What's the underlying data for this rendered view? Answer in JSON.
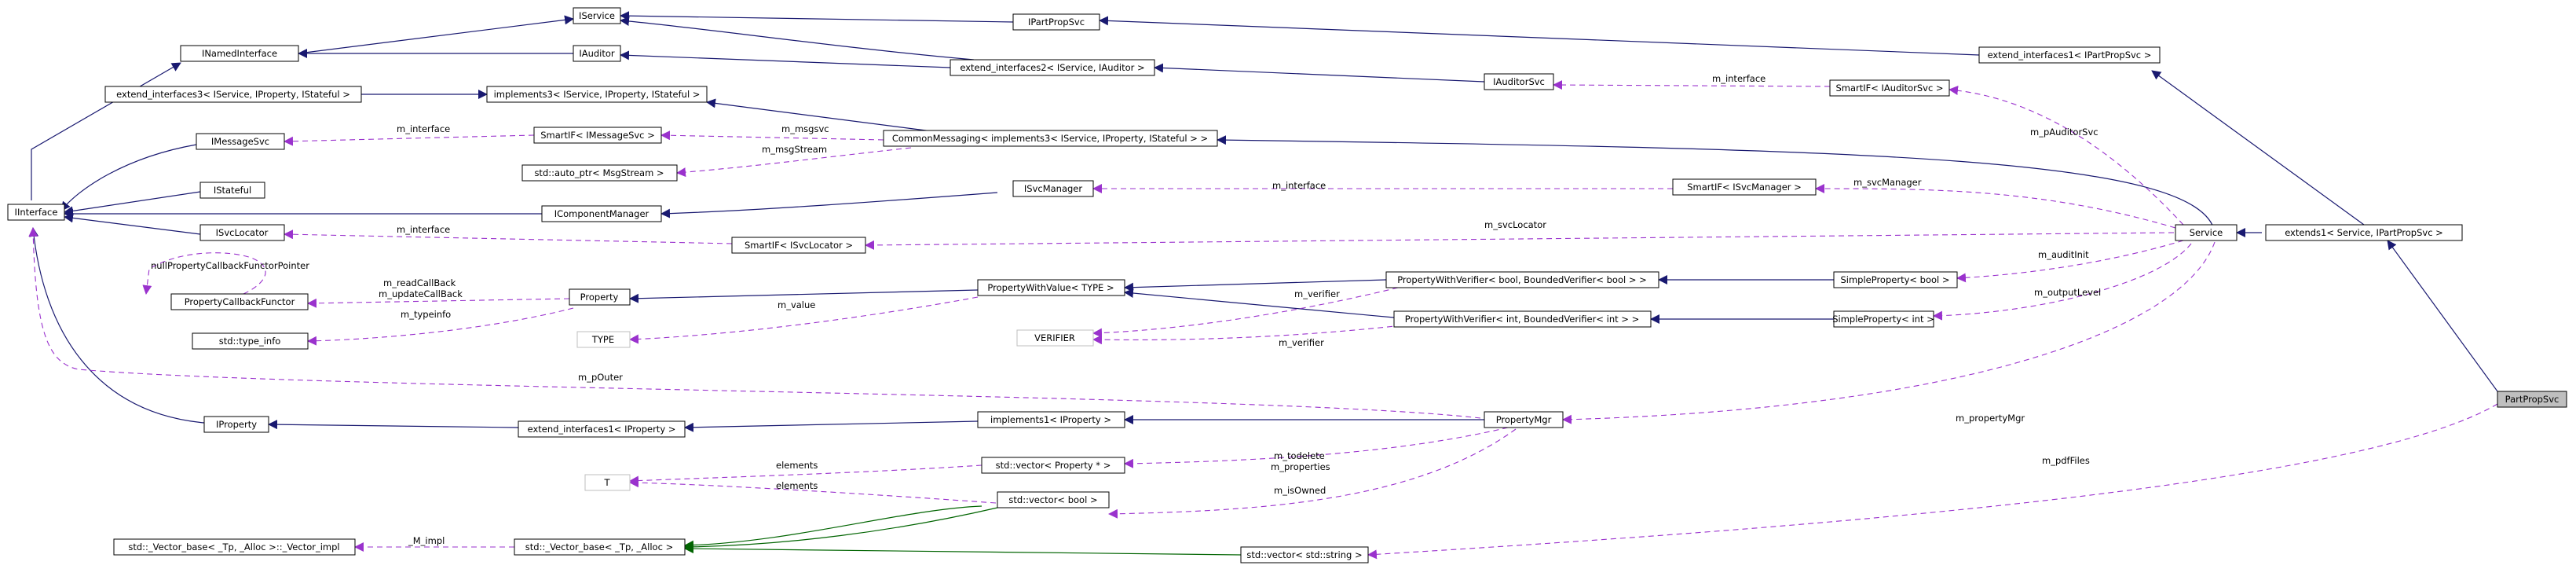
{
  "nodes": {
    "iservice": "IService",
    "ipartpropsvc": "IPartPropSvc",
    "inamedinterface": "INamedInterface",
    "iauditor": "IAuditor",
    "ext_ifaces1_ipartpropsvc": "extend_interfaces1< IPartPropSvc >",
    "ext_ifaces2_iservice_iauditor": "extend_interfaces2< IService, IAuditor >",
    "iauditorsvc": "IAuditorSvc",
    "smartif_iauditorsvc": "SmartIF< IAuditorSvc >",
    "ext_ifaces3": "extend_interfaces3< IService, IProperty, IStateful >",
    "implements3": "implements3< IService, IProperty, IStateful >",
    "smartif_imessagesvc": "SmartIF< IMessageSvc >",
    "imessagesvc": "IMessageSvc",
    "commonmessaging": "CommonMessaging< implements3< IService, IProperty, IStateful > >",
    "auto_ptr_msgstream": "std::auto_ptr< MsgStream >",
    "smartif_isvcmanager": "SmartIF< ISvcManager >",
    "isvcmanager": "ISvcManager",
    "iinterface": "IInterface",
    "istateful": "IStateful",
    "icomponentmanager": "IComponentManager",
    "isvclocator": "ISvcLocator",
    "smartif_isvclocator": "SmartIF< ISvcLocator >",
    "service": "Service",
    "extends1_service_ipartpropsvc": "extends1< Service, IPartPropSvc >",
    "propertycallbackfunctor": "PropertyCallbackFunctor",
    "property": "Property",
    "propertywithvalue": "PropertyWithValue< TYPE >",
    "pwv_bool": "PropertyWithVerifier< bool, BoundedVerifier< bool > >",
    "simpleproperty_bool": "SimpleProperty< bool >",
    "std_type_info": "std::type_info",
    "type": "TYPE",
    "verifier": "VERIFIER",
    "pwv_int": "PropertyWithVerifier< int, BoundedVerifier< int > >",
    "simpleproperty_int": "SimpleProperty< int >",
    "iproperty": "IProperty",
    "ext_ifaces1_iproperty": "extend_interfaces1< IProperty >",
    "implements1_iproperty": "implements1< IProperty >",
    "propertymgr": "PropertyMgr",
    "partpropsvc": "PartPropSvc",
    "t": "T",
    "vector_property_ptr": "std::vector< Property * >",
    "vector_bool": "std::vector< bool >",
    "vector_base_impl": "std::_Vector_base< _Tp, _Alloc >::_Vector_impl",
    "vector_base": "std::_Vector_base< _Tp, _Alloc >",
    "vector_string": "std::vector< std::string >"
  },
  "edge_labels": {
    "m_interface": "m_interface",
    "m_pauditorsvc": "m_pAuditorSvc",
    "m_msgsvc": "m_msgsvc",
    "m_msgstream": "m_msgStream",
    "m_svcmanager": "m_svcManager",
    "m_svclocator": "m_svcLocator",
    "m_auditinit": "m_auditInit",
    "m_outputlevel": "m_outputLevel",
    "nullpropertycallbackfunctorpointer": "nullPropertyCallbackFunctorPointer",
    "m_readcallback": "m_readCallBack",
    "m_updatecallback": "m_updateCallBack",
    "m_typeinfo": "m_typeinfo",
    "m_value": "m_value",
    "m_verifier": "m_verifier",
    "m_pouter": "m_pOuter",
    "m_propertymgr": "m_propertyMgr",
    "m_todelete": "m_todelete",
    "m_properties": "m_properties",
    "m_isowned": "m_isOwned",
    "m_pdffiles": "m_pdfFiles",
    "elements": "elements",
    "m_impl": "_M_impl"
  },
  "colors": {
    "inheritance_edge": "#191970",
    "usage_edge": "#9a32cd",
    "template_edge": "#006400",
    "node_border": "#000000",
    "undocumented_node_border": "#bfbfbf",
    "focus_node_fill": "#bfbfbf"
  }
}
